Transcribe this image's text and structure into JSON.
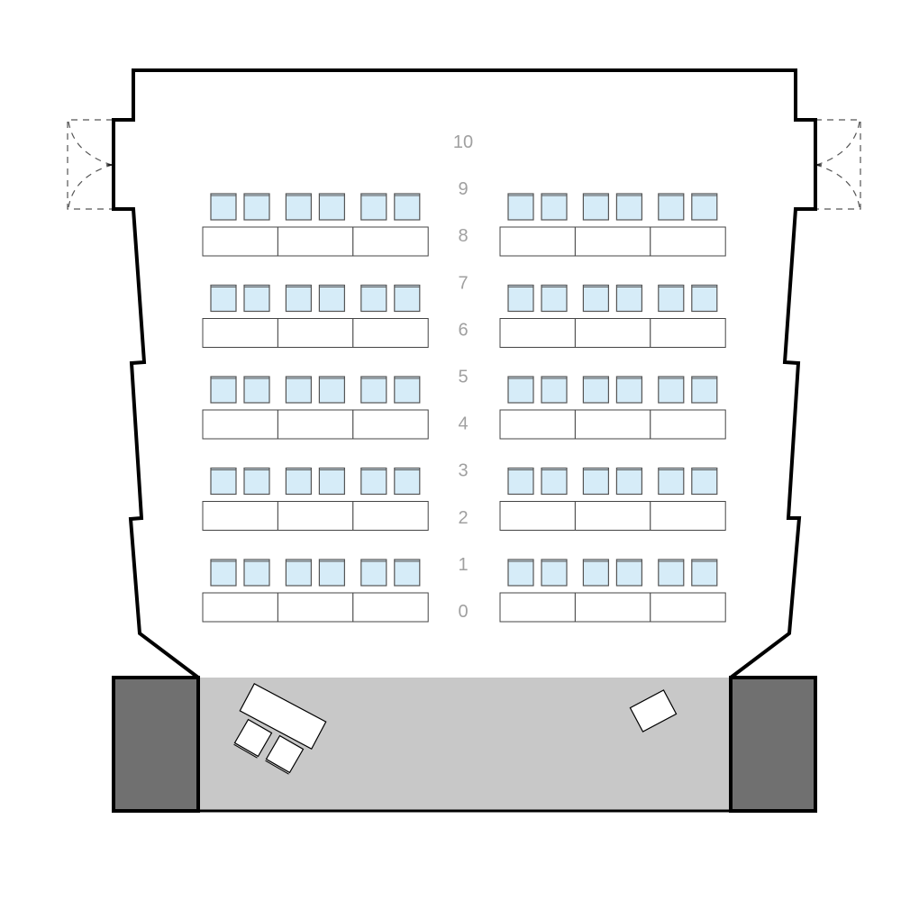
{
  "title": "Lecture hall seating plan",
  "row_labels": [
    "0",
    "1",
    "2",
    "3",
    "4",
    "5",
    "6",
    "7",
    "8",
    "9",
    "10"
  ],
  "layout": {
    "seat_rows": 5,
    "blocks": [
      "left",
      "right"
    ],
    "tables_per_block_row": 3,
    "chairs_per_table": 2
  },
  "colors": {
    "wall": "#000000",
    "chair_fill": "#d6ecf8",
    "chair_stroke": "#555555",
    "stage": "#c8c8c8",
    "side_box": "#707070",
    "label": "#a0a0a0"
  }
}
